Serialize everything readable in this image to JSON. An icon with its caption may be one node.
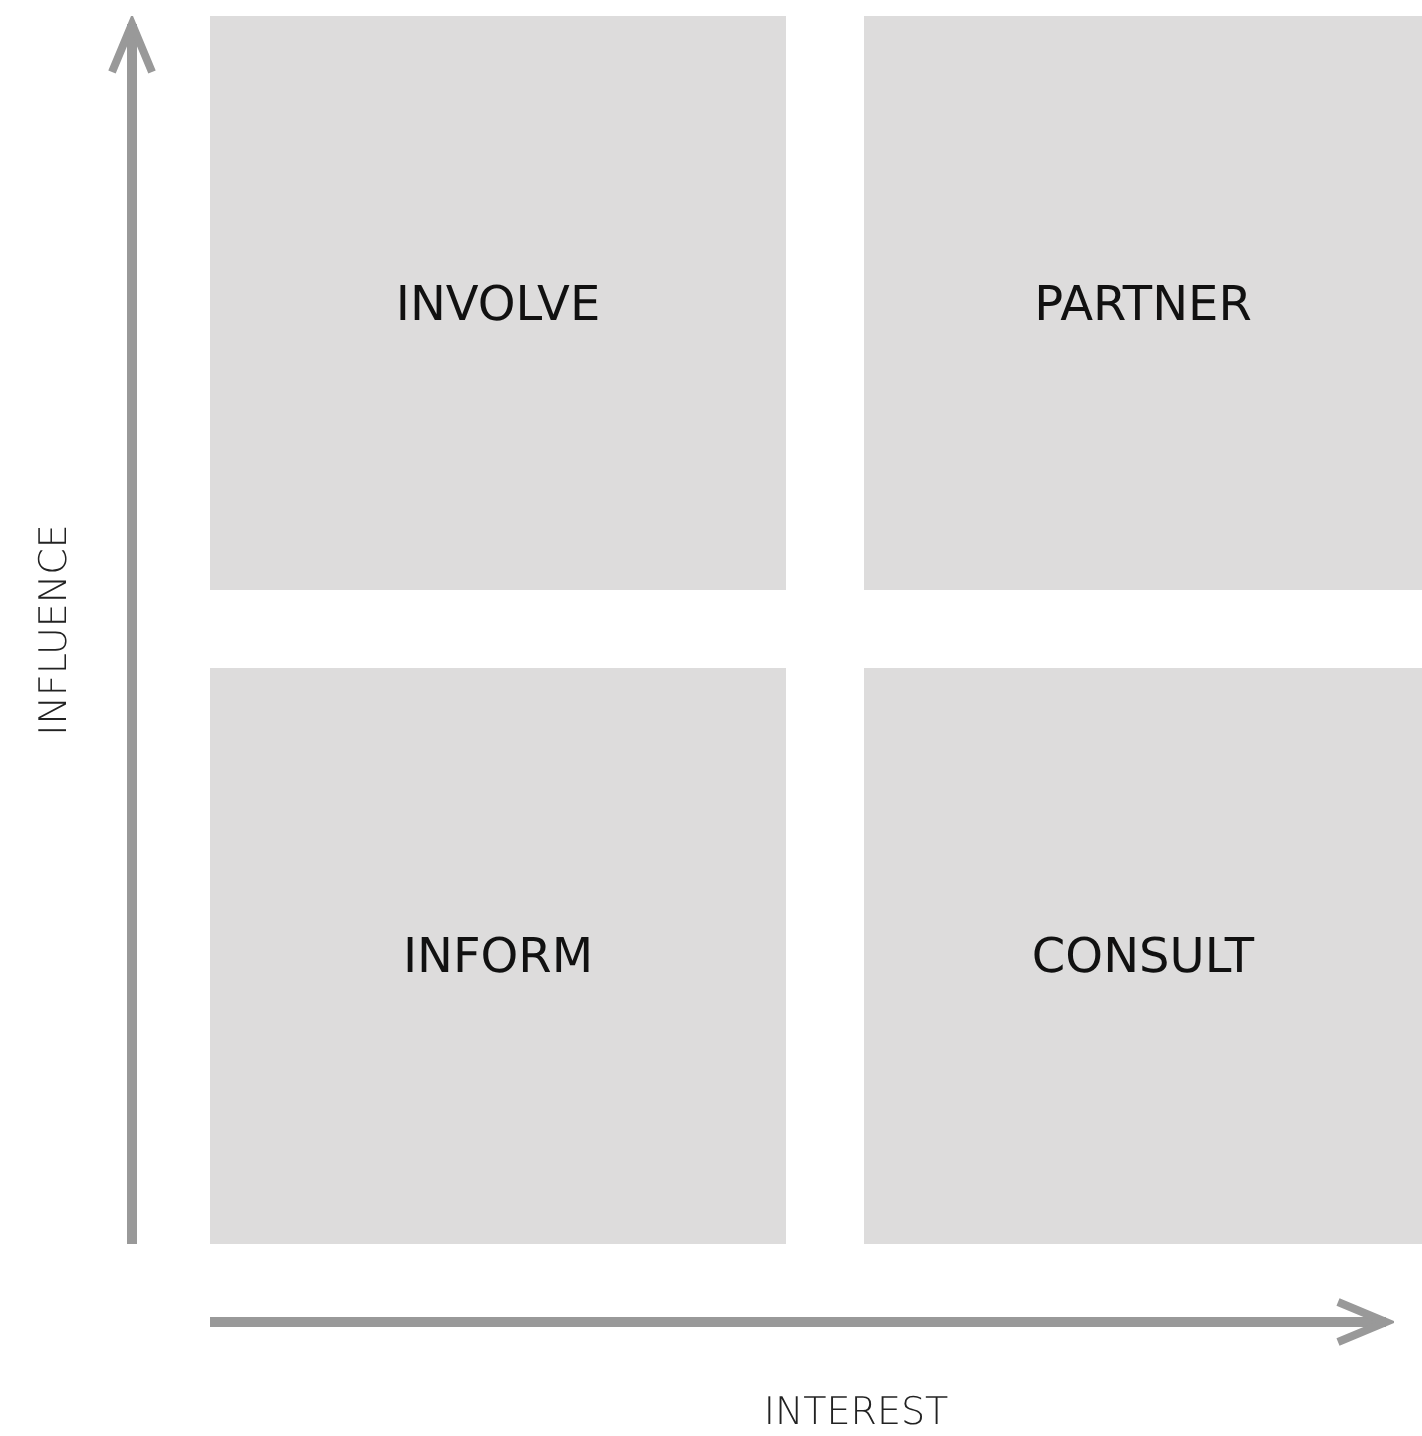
{
  "diagram": {
    "nodes": [
      {
        "text": [
          "INVOLVE"
        ]
      },
      {
        "text": [
          "PARTNER"
        ]
      },
      {
        "text": [
          "INFORM"
        ]
      },
      {
        "text": [
          "CONSULT"
        ]
      }
    ],
    "edges": [],
    "labels": [
      "INFLUENCE",
      "INTEREST"
    ]
  }
}
